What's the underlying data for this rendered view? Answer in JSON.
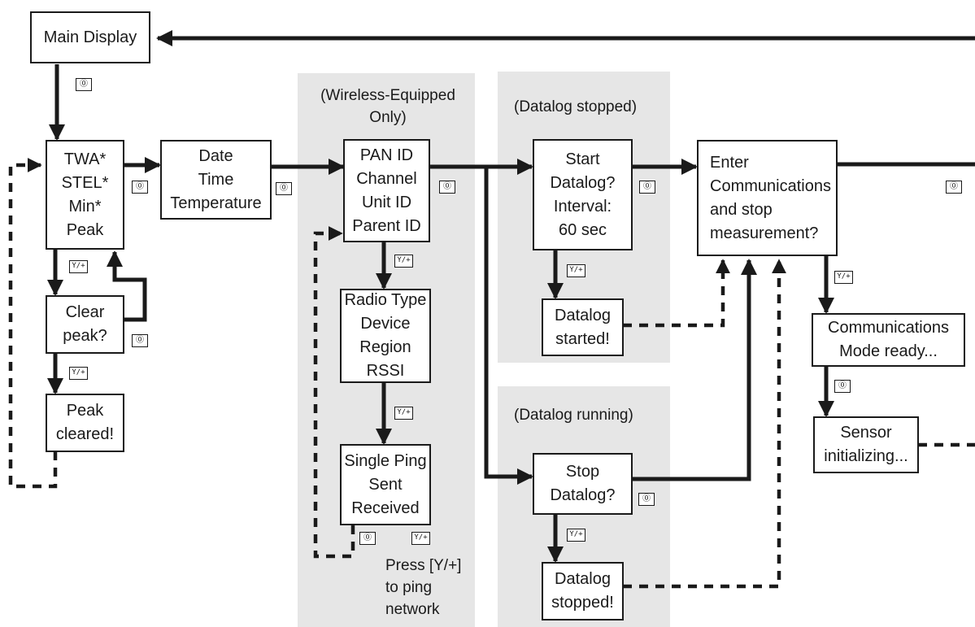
{
  "diagram": {
    "colors": {
      "line": "#1a1a1a",
      "panel": "#e6e6e6",
      "background": "#ffffff"
    },
    "keys": {
      "power": "⓪",
      "yplus": "Y/+"
    },
    "nodes": {
      "main_display": [
        "Main Display"
      ],
      "twa": [
        "TWA*",
        "STEL*",
        "Min*",
        "Peak"
      ],
      "clear_peak": [
        "Clear",
        "peak?"
      ],
      "peak_cleared": [
        "Peak",
        "cleared!"
      ],
      "date_time": [
        "Date",
        "Time",
        "Temperature"
      ],
      "pan_id": [
        "PAN ID",
        "Channel",
        "Unit ID",
        "Parent ID"
      ],
      "radio_type": [
        "Radio Type",
        "Device",
        "Region",
        "RSSI"
      ],
      "single_ping": [
        "Single Ping",
        "Sent",
        "Received"
      ],
      "start_datalog": [
        "Start",
        "Datalog?",
        "Interval:",
        "60 sec"
      ],
      "datalog_started": [
        "Datalog",
        "started!"
      ],
      "stop_datalog": [
        "Stop",
        "Datalog?"
      ],
      "datalog_stopped": [
        "Datalog",
        "stopped!"
      ],
      "enter_comms": [
        "Enter",
        "Communications",
        "and stop",
        "measurement?"
      ],
      "comms_ready": [
        "Communications",
        "Mode ready..."
      ],
      "sensor_init": [
        "Sensor",
        "initializing..."
      ]
    },
    "notes": {
      "wireless_only": [
        "(Wireless-Equipped",
        "Only)"
      ],
      "datalog_stopped_header": "(Datalog stopped)",
      "datalog_running_header": "(Datalog running)",
      "press_to_ping": [
        "Press [Y/+]",
        "to ping",
        "network"
      ]
    }
  }
}
